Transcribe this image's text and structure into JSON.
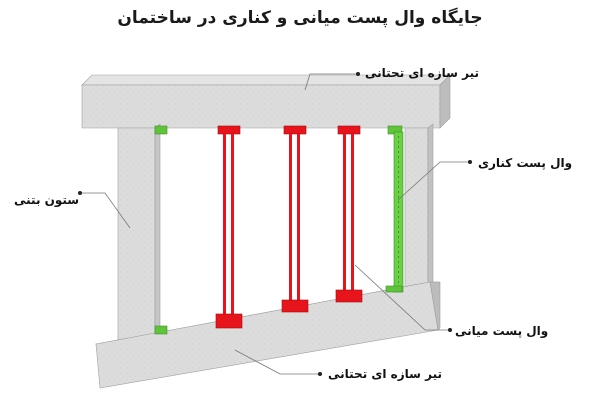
{
  "title": "جایگاه وال پست میانی و کناری در ساختمان",
  "labels": {
    "top_beam": "تیر سازه ای تحتانی",
    "side_stud": "وال پست کناری",
    "column": "ستون بتنی",
    "middle_stud": "وال پست میانی",
    "bottom_beam": "تیر سازه ای تحتانی"
  },
  "colors": {
    "concrete": "#d9d9d9",
    "concrete_dark": "#b7b7b7",
    "mid_stud": "#e8141c",
    "side_stud": "#5fc43a",
    "leader_line": "#666666"
  }
}
